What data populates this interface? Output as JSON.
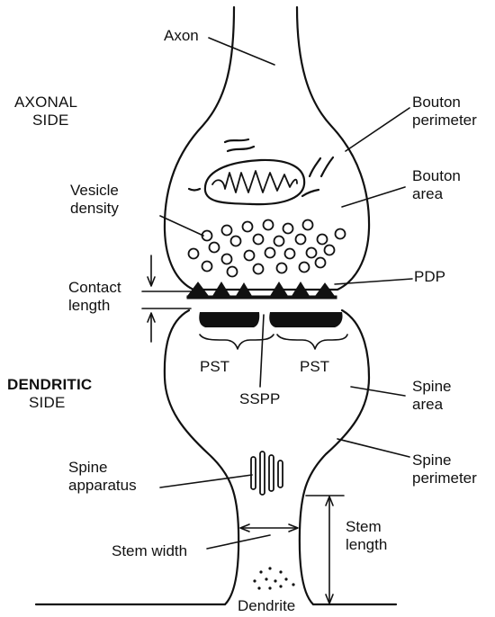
{
  "sides": {
    "axonal_line1": "AXONAL",
    "axonal_line2": "SIDE",
    "dendritic_line1": "DENDRITIC",
    "dendritic_line2": "SIDE"
  },
  "labels": {
    "axon": "Axon",
    "bouton_perimeter_1": "Bouton",
    "bouton_perimeter_2": "perimeter",
    "bouton_area_1": "Bouton",
    "bouton_area_2": "area",
    "vesicle_density_1": "Vesicle",
    "vesicle_density_2": "density",
    "contact_length_1": "Contact",
    "contact_length_2": "length",
    "pdp": "PDP",
    "pst_left": "PST",
    "pst_right": "PST",
    "sspp": "SSPP",
    "spine_area_1": "Spine",
    "spine_area_2": "area",
    "spine_perimeter_1": "Spine",
    "spine_perimeter_2": "perimeter",
    "spine_apparatus_1": "Spine",
    "spine_apparatus_2": "apparatus",
    "stem_width": "Stem width",
    "stem_length_1": "Stem",
    "stem_length_2": "length",
    "dendrite": "Dendrite"
  }
}
